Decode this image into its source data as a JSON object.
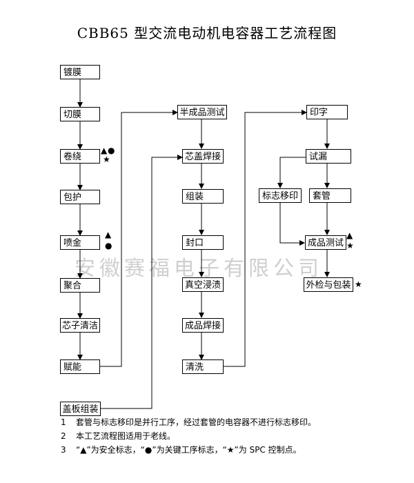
{
  "title": "CBB65 型交流电动机电容器工艺流程图",
  "watermark": "安徽赛福电子有限公司",
  "column1": [
    "镀膜",
    "切膜",
    "卷绕",
    "包护",
    "喷金",
    "聚合",
    "芯子清洁",
    "赋能"
  ],
  "column2": [
    "半成品测试",
    "芯盖焊接",
    "组装",
    "封口",
    "真空浸渍",
    "成品焊接",
    "清洗"
  ],
  "column3": [
    "印字",
    "试漏",
    "标志移印",
    "套管",
    "成品测试",
    "外检与包装"
  ],
  "cover_box": "盖板组装",
  "symbols": {
    "triangle": "▲",
    "circle": "●",
    "star": "★"
  },
  "notes": [
    {
      "num": "1",
      "text": "套管与标志移印是并行工序，经过套管的电容器不进行标志移印。"
    },
    {
      "num": "2",
      "text": "本工艺流程图适用于老线。"
    },
    {
      "num": "3",
      "text": "“▲”为安全标志，“●”为关键工序标志，“★”为 SPC 控制点。"
    }
  ]
}
